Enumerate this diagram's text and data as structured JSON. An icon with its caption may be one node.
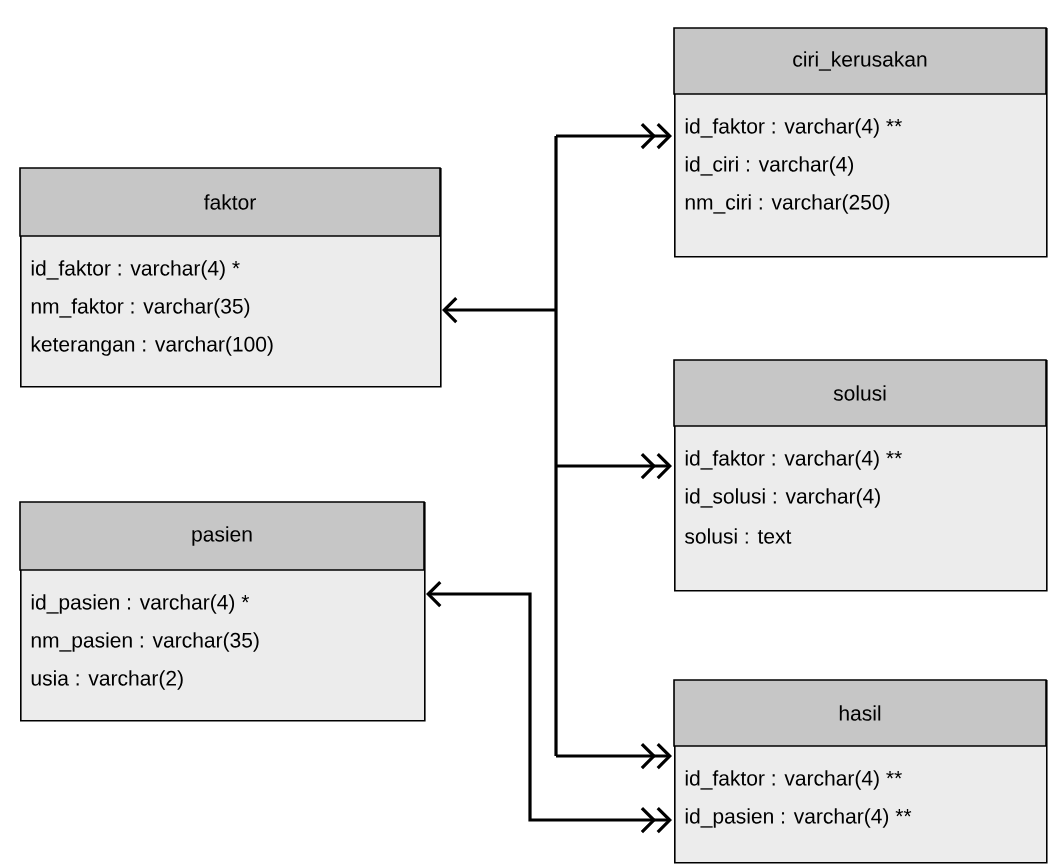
{
  "diagram": {
    "nodes": [
      {
        "text": [
          "faktor",
          "id_faktor : varchar(4) *",
          "nm_faktor : varchar(35)",
          "keterangan : varchar(100)"
        ]
      },
      {
        "text": [
          "pasien",
          "id_pasien : varchar(4) *",
          "nm_pasien : varchar(35)",
          "usia : varchar(2)"
        ]
      },
      {
        "text": [
          "ciri_kerusakan",
          "id_faktor : varchar(4) **",
          "id_ciri : varchar(4)",
          "nm_ciri : varchar(250)"
        ]
      },
      {
        "text": [
          "solusi",
          "id_faktor : varchar(4) **",
          "id_solusi : varchar(4)",
          "solusi : text"
        ]
      },
      {
        "text": [
          "hasil",
          "id_faktor : varchar(4) **",
          "id_pasien : varchar(4) **"
        ]
      }
    ],
    "edges": [
      {
        "from": 0,
        "to": 2,
        "arrow": "both"
      },
      {
        "from": 0,
        "to": 3,
        "arrow": "both"
      },
      {
        "from": 0,
        "to": 4,
        "arrow": "both"
      },
      {
        "from": 1,
        "to": 4,
        "arrow": "both"
      }
    ]
  }
}
